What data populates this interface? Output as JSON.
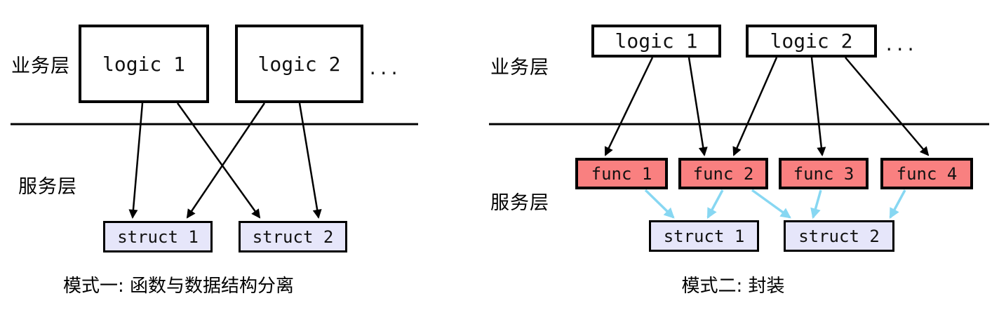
{
  "colors": {
    "func_fill": "#F98080",
    "struct_fill": "#E6E6FA",
    "box_fill": "#FFFFFF",
    "border": "#000000",
    "black_arrow": "#000000",
    "cyan_arrow": "#87D7F2",
    "text": "#111111"
  },
  "left_diagram": {
    "business_layer_label": "业务层",
    "service_layer_label": "服务层",
    "logic_boxes": [
      "logic 1",
      "logic 2"
    ],
    "ellipsis": "...",
    "struct_boxes": [
      "struct 1",
      "struct 2"
    ],
    "caption": "模式一: 函数与数据结构分离"
  },
  "right_diagram": {
    "business_layer_label": "业务层",
    "service_layer_label": "服务层",
    "logic_boxes": [
      "logic 1",
      "logic 2"
    ],
    "ellipsis": "...",
    "func_boxes": [
      "func 1",
      "func 2",
      "func 3",
      "func 4"
    ],
    "struct_boxes": [
      "struct 1",
      "struct 2"
    ],
    "caption": "模式二: 封装"
  }
}
